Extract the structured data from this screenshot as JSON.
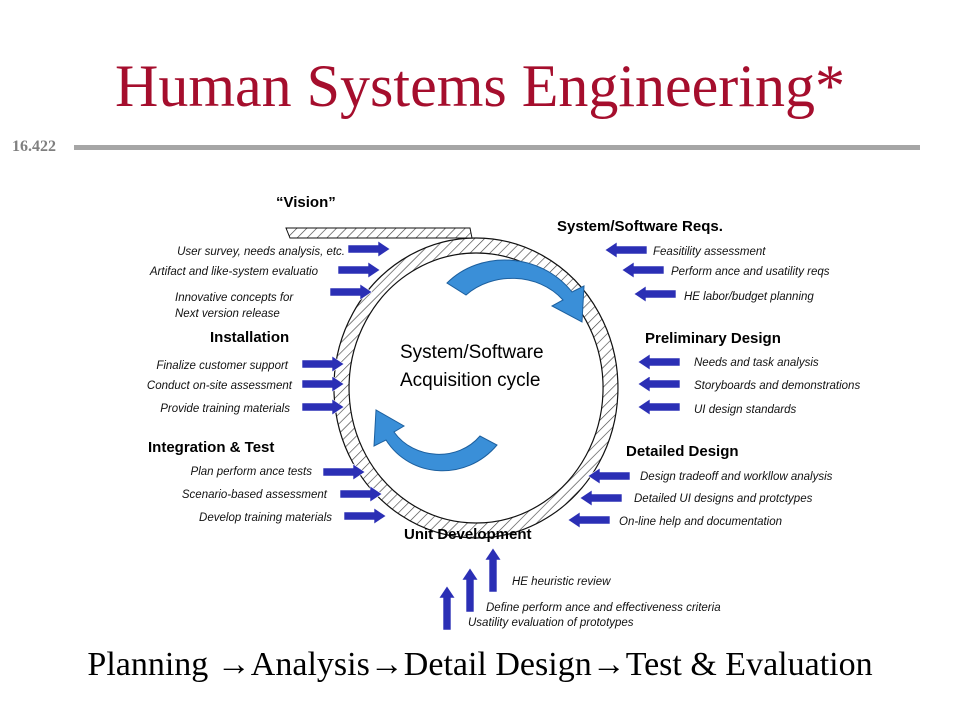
{
  "slide": {
    "title": "Human Systems Engineering*",
    "course_number": "16.422",
    "footer": "Planning →Analysis→Detail Design→Test & Evaluation"
  },
  "colors": {
    "title": "#a50e2d",
    "arrow_fill": "#2b2fb5",
    "cycle_arrow": "#3a8fd8",
    "rule": "#a6a6a6"
  },
  "diagram": {
    "center_line1": "System/Software",
    "center_line2": "Acquisition cycle",
    "vision": {
      "label": "“Vision”",
      "items": [
        "User survey, needs analysis, etc.",
        "Artifact and like-system evaluatio",
        "Innovative concepts for",
        "Next version release"
      ]
    },
    "reqs": {
      "label": "System/Software Reqs.",
      "items": [
        "Feasitility assessment",
        "Perform ance and usatility reqs",
        "HE labor/budget planning"
      ]
    },
    "installation": {
      "label": "Installation",
      "items": [
        "Finalize customer support",
        "Conduct on-site assessment",
        "Provide training materials"
      ]
    },
    "prelim": {
      "label": "Preliminary Design",
      "items": [
        "Needs and task analysis",
        "Storyboards and demonstrations",
        "UI design standards"
      ]
    },
    "integration": {
      "label": "Integration & Test",
      "items": [
        "Plan perform ance tests",
        "Scenario-based assessment",
        "Develop training materials"
      ]
    },
    "detailed": {
      "label": "Detailed Design",
      "items": [
        "Design tradeoff and workllow analysis",
        "Detailed UI designs and protctypes",
        "On-line help and documentation"
      ]
    },
    "unit": {
      "label": "Unit Development",
      "items": [
        "HE heuristic review",
        "Define perform ance and effectiveness criteria",
        "Usatility evaluation of prototypes"
      ]
    }
  }
}
